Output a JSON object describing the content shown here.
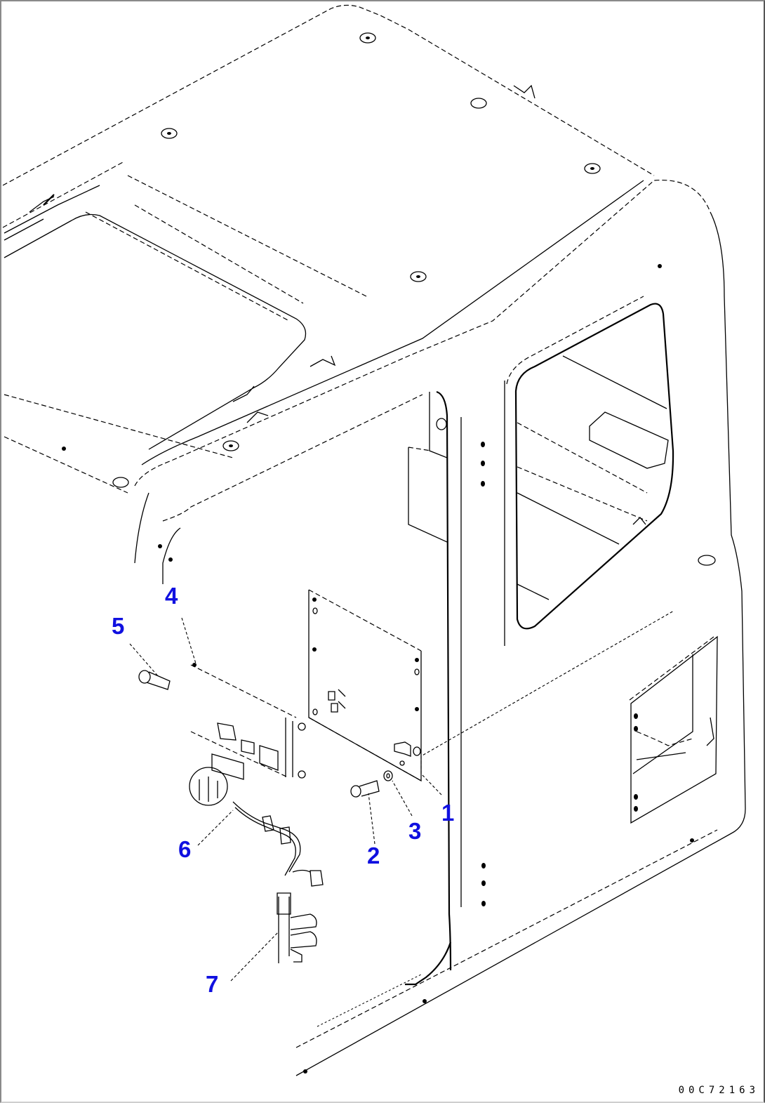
{
  "diagram": {
    "subject": "Operator cab exterior - isometric parts view",
    "background_color": "#ffffff",
    "line_color": "#000000",
    "callout_color": "#1010e0",
    "reference_code": "00C72163",
    "callouts": [
      {
        "id": "1",
        "label": "1",
        "part": "mounting plate / panel"
      },
      {
        "id": "2",
        "label": "2",
        "part": "bolt"
      },
      {
        "id": "3",
        "label": "3",
        "part": "washer"
      },
      {
        "id": "4",
        "label": "4",
        "part": "controller bracket"
      },
      {
        "id": "5",
        "label": "5",
        "part": "bolt"
      },
      {
        "id": "6",
        "label": "6",
        "part": "wiring harness"
      },
      {
        "id": "7",
        "label": "7",
        "part": "wiring harness"
      }
    ]
  }
}
